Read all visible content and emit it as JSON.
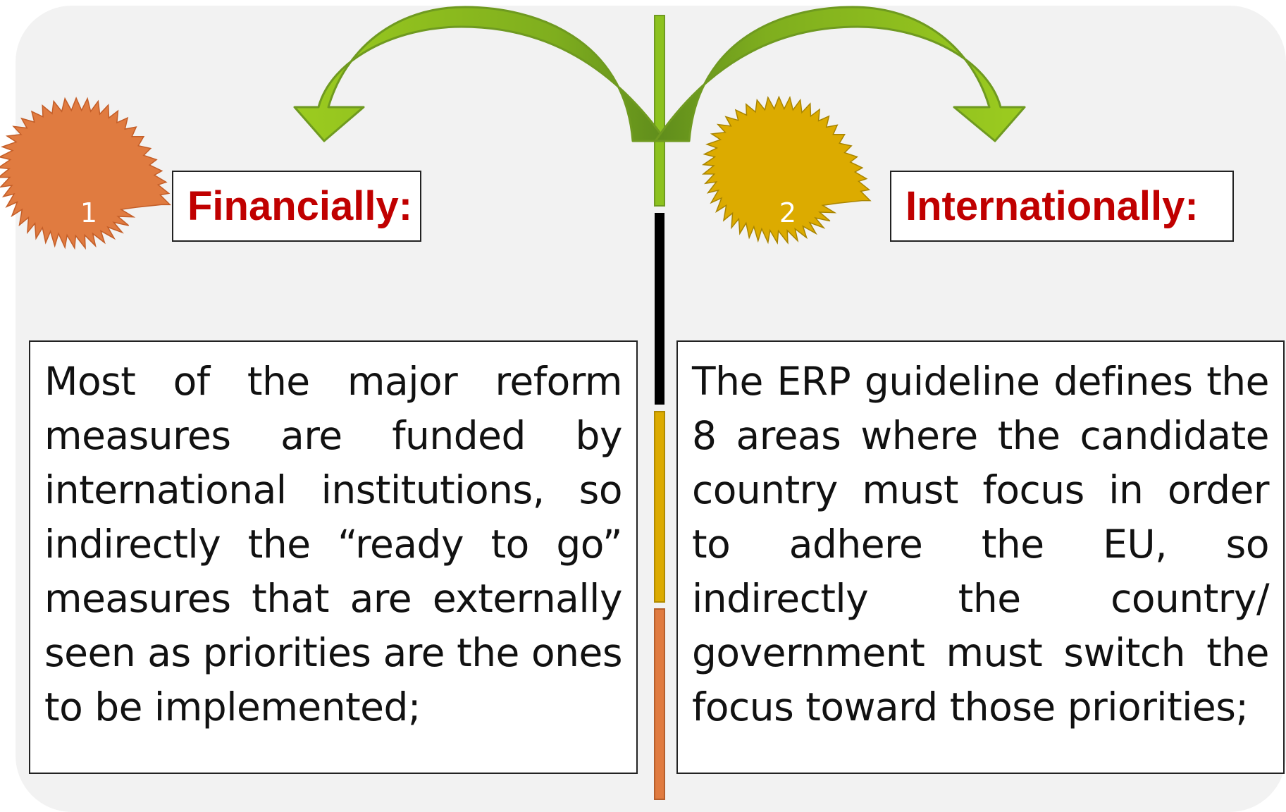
{
  "left": {
    "number": "1",
    "heading": "Financially:",
    "text": "Most of the major reform measures are funded by international institutions, so indirectly the “ready to go” measures that are externally seen as priorities are the ones to be implemented;"
  },
  "right": {
    "number": "2",
    "heading": "Internationally:",
    "text": "The ERP guideline defines the 8 areas where the candidate country must focus in order to adhere the EU, so indirectly the country/ government must switch the focus toward those priorities;"
  },
  "colors": {
    "panel": "#f2f2f2",
    "arrow_green": "#8dc21f",
    "arrow_dark_green": "#6f9a20",
    "heading_red": "#c00000",
    "burst_left": "#e07b40",
    "burst_right": "#dcab00",
    "divider_green": "#8dc21f",
    "divider_black": "#000000",
    "divider_gold": "#dcab00",
    "divider_orange": "#e07b40"
  }
}
